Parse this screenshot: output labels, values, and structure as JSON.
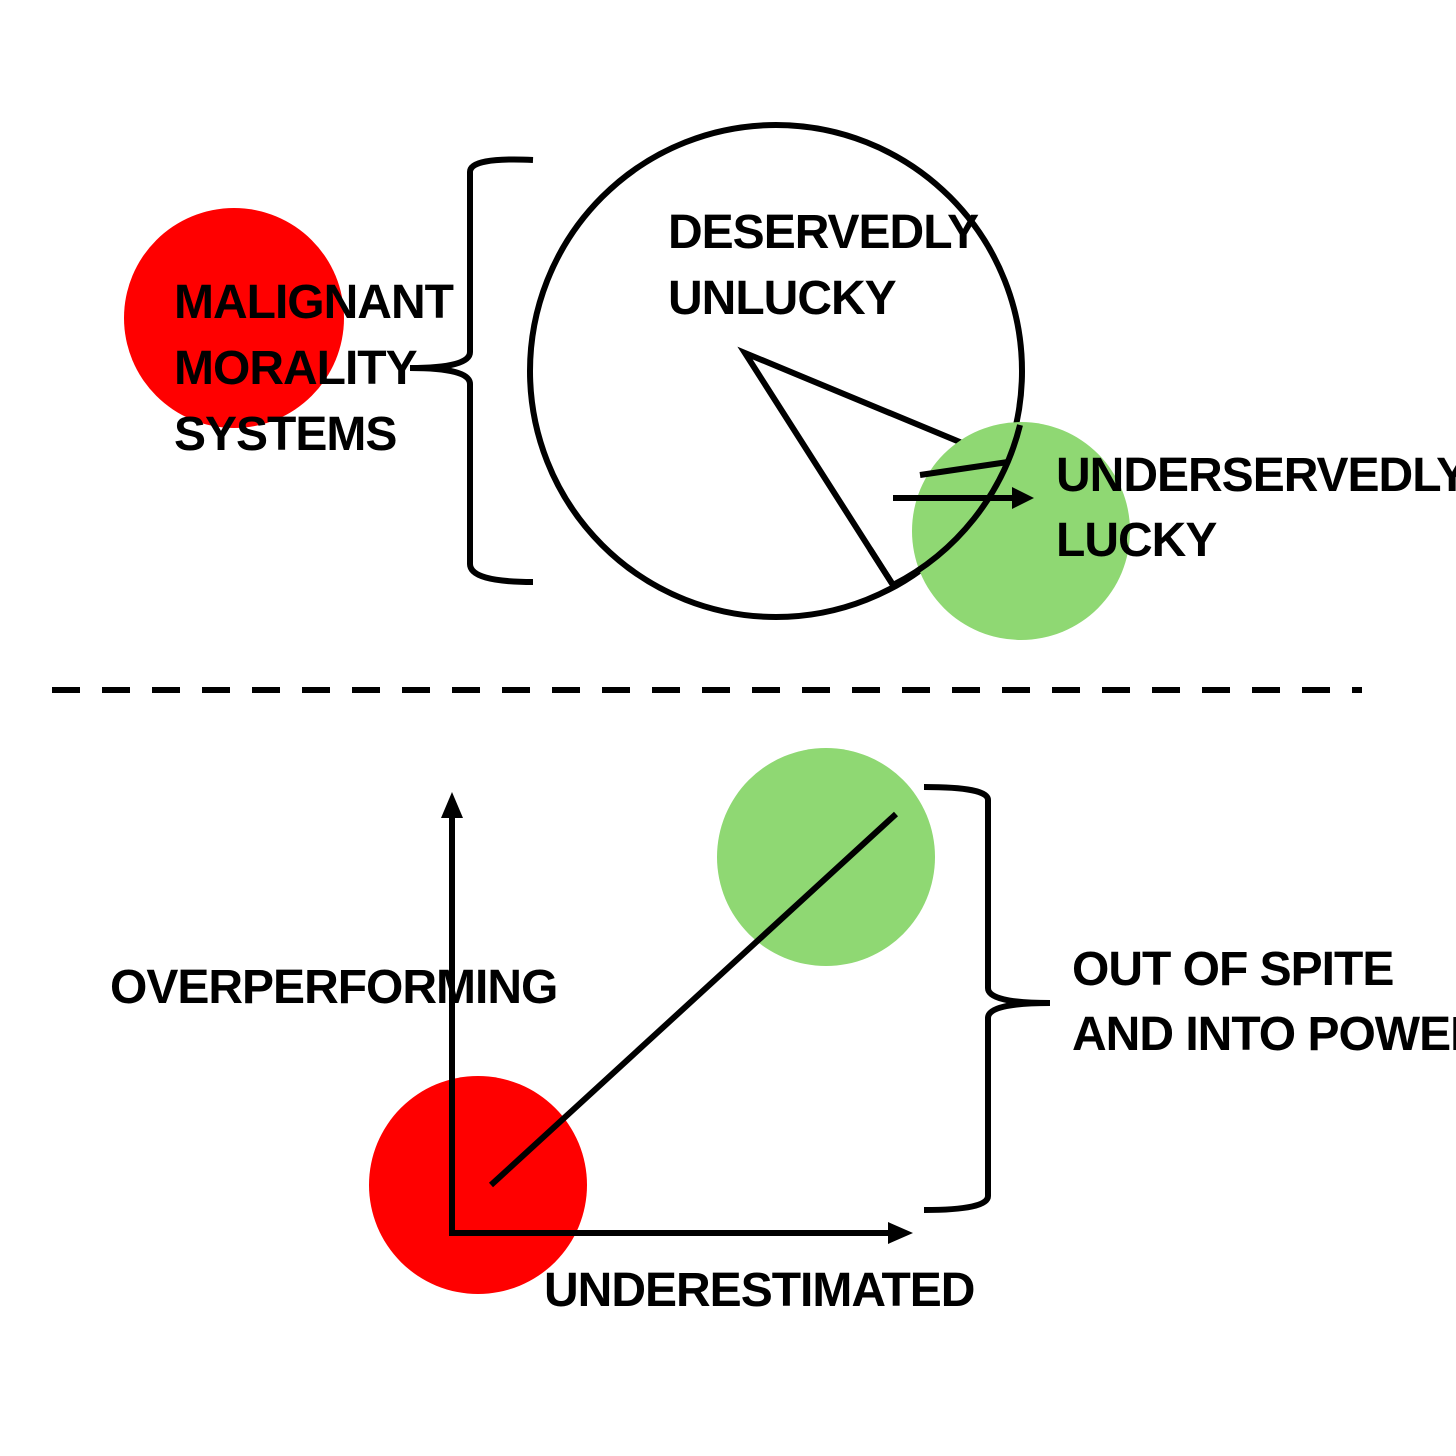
{
  "colors": {
    "red": "#ff0000",
    "green": "#8fd873",
    "line": "#000000",
    "background": "#ffffff"
  },
  "top_panel": {
    "left_label": [
      "MALIGNANT",
      "MORALITY",
      "SYSTEMS"
    ],
    "pie_label": [
      "DESERVEDLY",
      "UNLUCKY"
    ],
    "right_label": [
      "UNDERSERVEDLY",
      "LUCKY"
    ]
  },
  "bottom_panel": {
    "y_axis_label": "OVERPERFORMING",
    "x_axis_label": "UNDERESTIMATED",
    "bracket_label": [
      "OUT OF SPITE",
      "AND INTO POWER"
    ]
  }
}
